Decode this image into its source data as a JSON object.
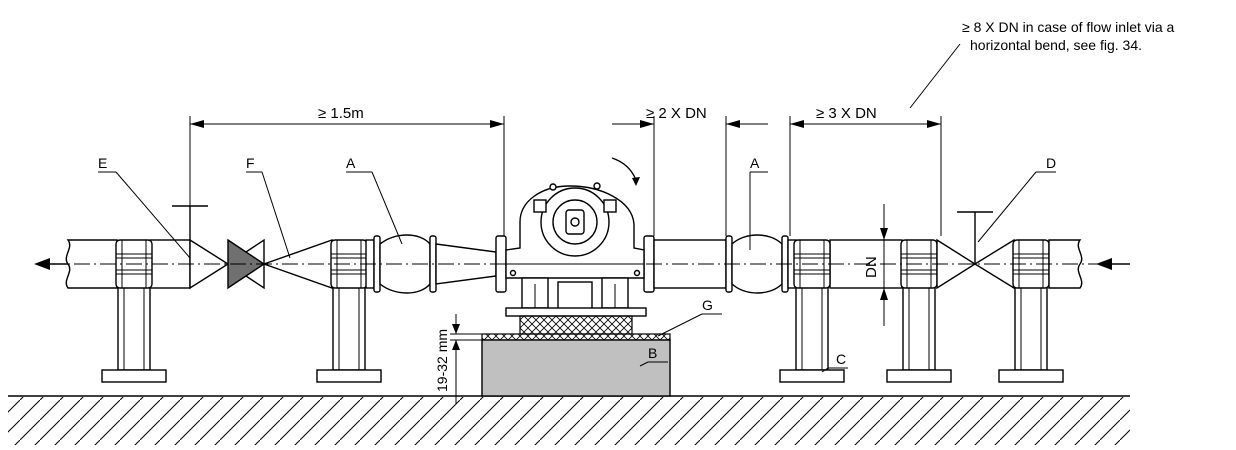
{
  "note": {
    "line1": "≥ 8 X DN in case of flow inlet via a",
    "line2": "horizontal bend, see fig. 34."
  },
  "dimensions": {
    "d1": "≥  1.5m",
    "d2": "≥  2 X DN",
    "d3": "≥  3 X DN",
    "dn": "DN",
    "gap": "19-32 mm"
  },
  "labels": {
    "A1": "A",
    "A2": "A",
    "B": "B",
    "C": "C",
    "D": "D",
    "E": "E",
    "F": "F",
    "G": "G"
  },
  "colors": {
    "line": "#000000",
    "foundation": "#c0c0c0",
    "valve_fill": "#707070",
    "background": "#ffffff"
  }
}
